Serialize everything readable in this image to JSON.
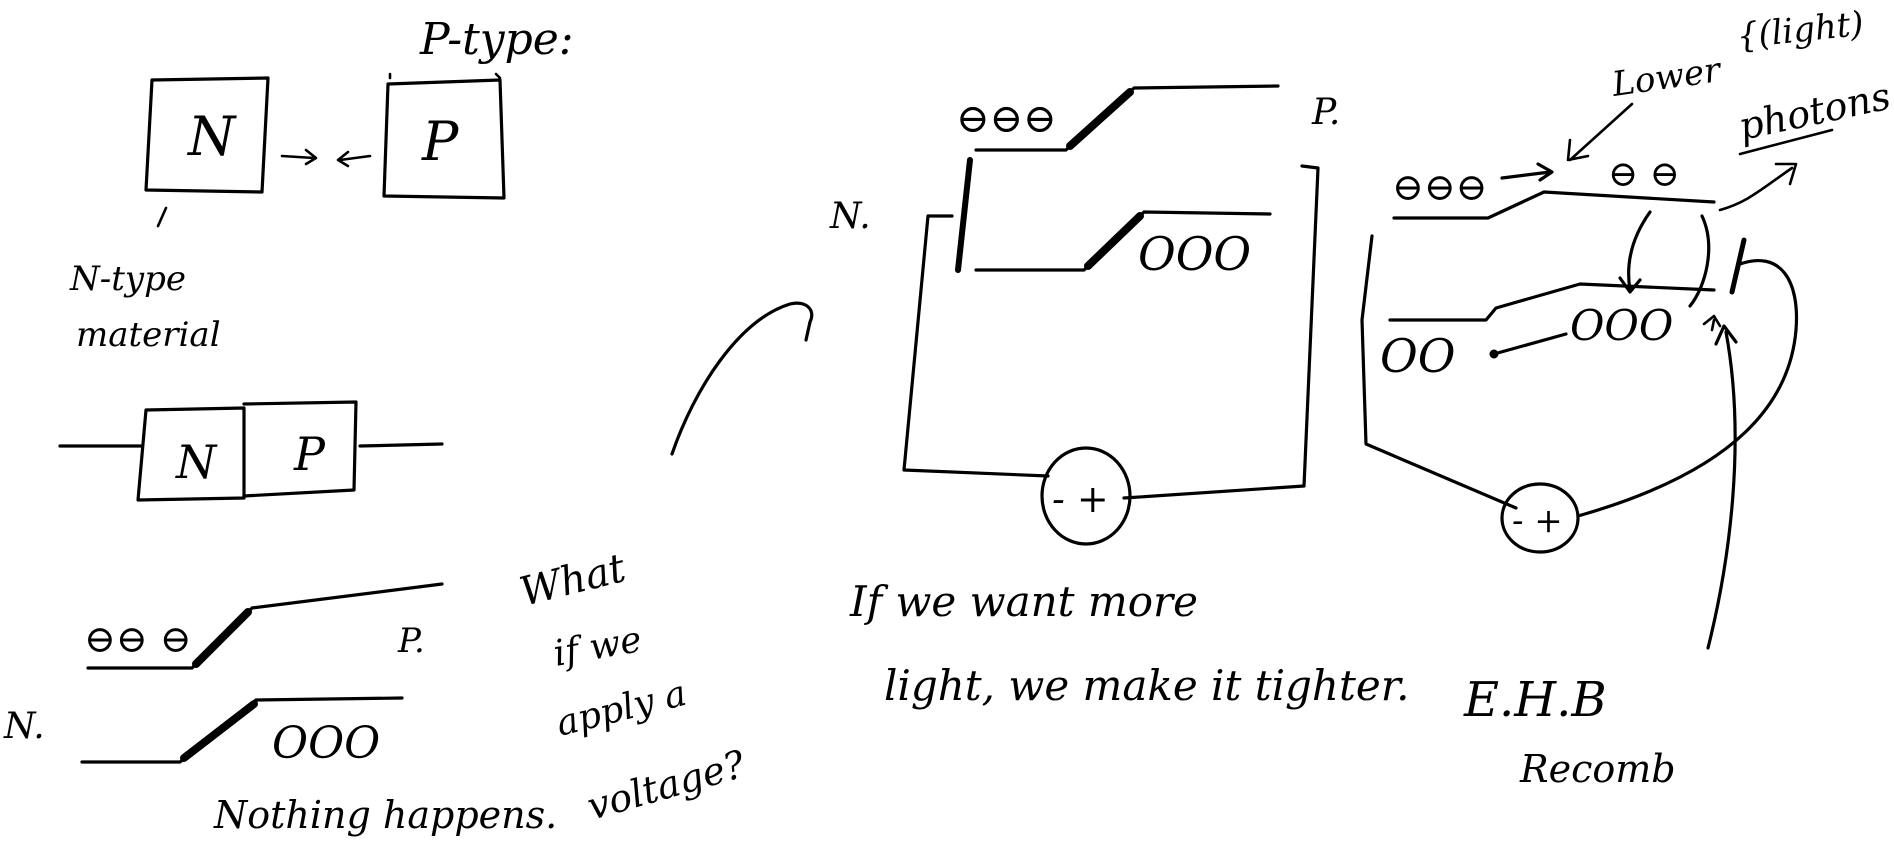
{
  "canvas": {
    "background": "#ffffff",
    "ink": "#000000"
  },
  "labels": {
    "p_type": "P-type:",
    "n_box_top": "N",
    "p_box_top": "P",
    "n_type_material_line1": "N-type",
    "n_type_material_line2": "material",
    "n_box_joined": "N",
    "p_box_joined": "P",
    "band1_electrons": "⊖⊖ ⊖",
    "band1_p": "P.",
    "band1_n": "N.",
    "band1_holes": "OOO",
    "nothing_happens": "Nothing happens.",
    "question_line1": "What",
    "question_line2": "if we",
    "question_line3": "apply a",
    "question_line4": "voltage?",
    "band2_electrons": "⊖⊖⊖",
    "band2_p": "P.",
    "band2_n": "N.",
    "band2_holes": "OOO",
    "battery1": "- +",
    "more_light_line1": "If we want more",
    "more_light_line2": "light, we make it tighter.",
    "lower": "Lower",
    "light": "{(light)",
    "photons": "photons",
    "band3_electrons_left": "⊖⊖⊖",
    "band3_electrons_right": "⊖  ⊖",
    "band3_holes_right": "OOO",
    "band3_holes_left": "OO",
    "battery2": "- +",
    "ehb": "E.H.B",
    "recomb": "Recomb"
  }
}
